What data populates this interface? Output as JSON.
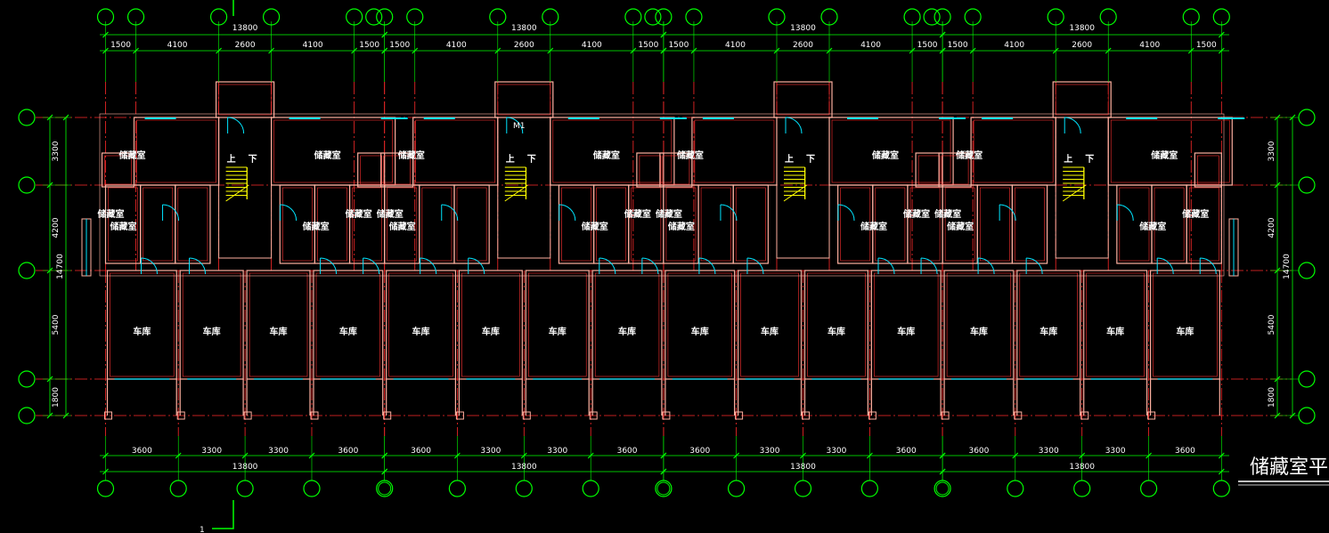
{
  "drawing": {
    "title": "储藏室平面",
    "section_mark": "1",
    "door_tag": "M1",
    "stair_labels": [
      "上",
      "下"
    ],
    "colors": {
      "background": "#000000",
      "axis": "#ff2a2a",
      "wall": "#ffb0a0",
      "wall_inner": "#ff3030",
      "dimension": "#00ff00",
      "door": "#00e5ff",
      "stair": "#ffff00",
      "text": "#ffffff"
    }
  },
  "top_dims": {
    "units": [
      {
        "total": "13800",
        "parts": [
          "1500",
          "4100",
          "2600",
          "4100",
          "1500"
        ]
      },
      {
        "total": "13800",
        "parts": [
          "1500",
          "4100",
          "2600",
          "4100",
          "1500"
        ]
      },
      {
        "total": "13800",
        "parts": [
          "1500",
          "4100",
          "2600",
          "4100",
          "1500"
        ]
      },
      {
        "total": "13800",
        "parts": [
          "1500",
          "4100",
          "2600",
          "4100",
          "1500"
        ]
      }
    ]
  },
  "bottom_dims": {
    "parts": [
      "3600",
      "3300",
      "3300",
      "3600",
      "3600",
      "3300",
      "3300",
      "3600",
      "3600",
      "3300",
      "3300",
      "3600",
      "3600",
      "3300",
      "3300",
      "3600"
    ],
    "totals": [
      "13800",
      "13800",
      "13800",
      "13800"
    ]
  },
  "side_dims": {
    "parts": [
      "3300",
      "4200",
      "5400",
      "1800"
    ],
    "total": "14700"
  },
  "rooms": {
    "upper_storage": [
      "储藏室",
      "储藏室",
      "储藏室",
      "储藏室",
      "储藏室",
      "储藏室",
      "储藏室",
      "储藏室"
    ],
    "lower_storage": [
      "储藏室",
      "储藏室",
      "储藏室",
      "储藏室",
      "储藏室",
      "储藏室",
      "储藏室",
      "储藏室",
      "储藏室",
      "储藏室",
      "储藏室",
      "储藏室",
      "储藏室",
      "储藏室",
      "储藏室",
      "储藏室"
    ],
    "garages": [
      "车库",
      "车库",
      "车库",
      "车库",
      "车库",
      "车库",
      "车库",
      "车库",
      "车库",
      "车库",
      "车库",
      "车库",
      "车库",
      "车库",
      "车库",
      "车库"
    ]
  }
}
